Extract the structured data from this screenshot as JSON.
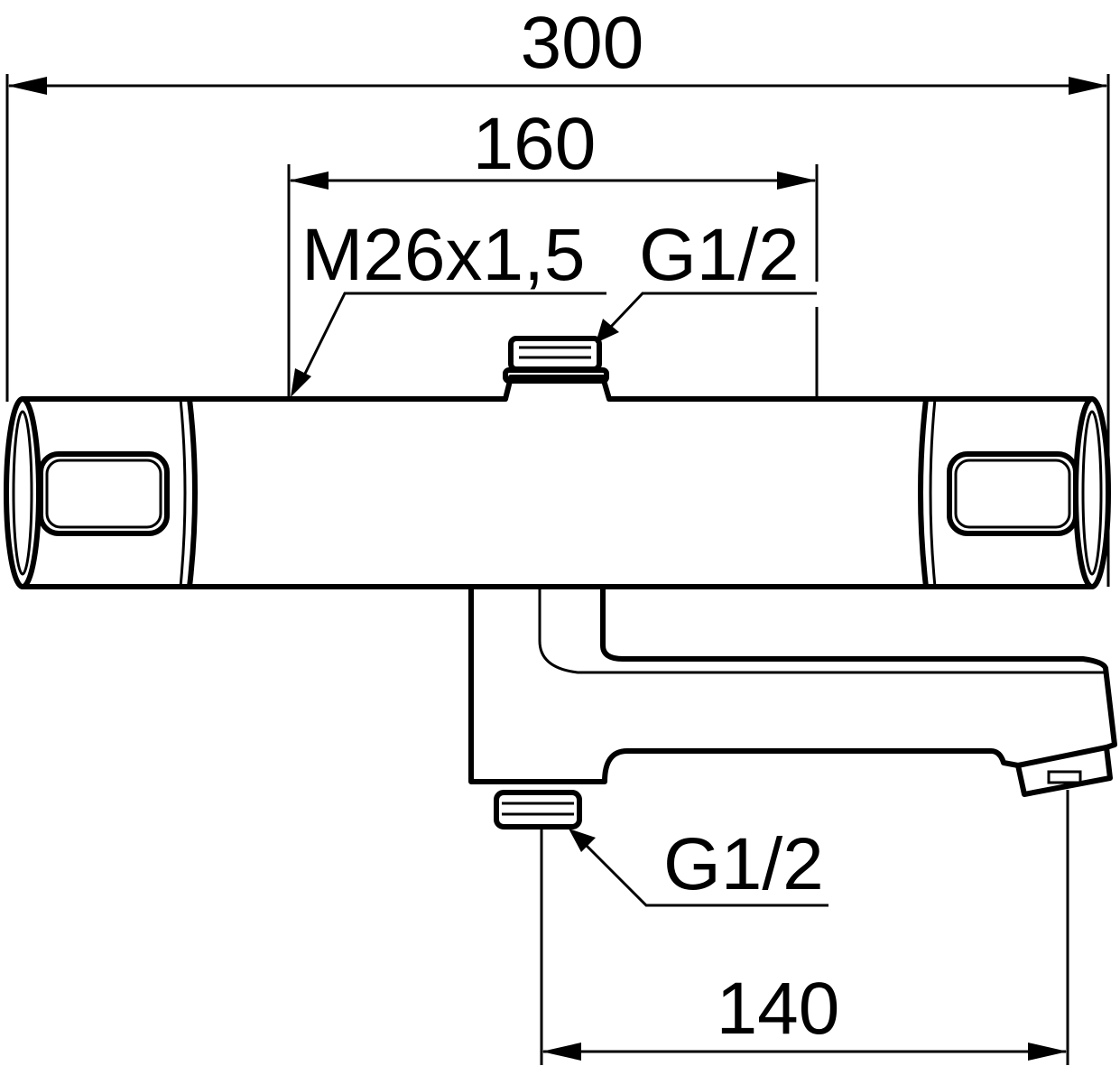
{
  "dimensions": {
    "overall_width": "300",
    "inlet_spacing": "160",
    "spout_offset": "140"
  },
  "callouts": {
    "left_thread": "M26x1,5",
    "top_connection": "G1/2",
    "bottom_connection": "G1/2"
  }
}
